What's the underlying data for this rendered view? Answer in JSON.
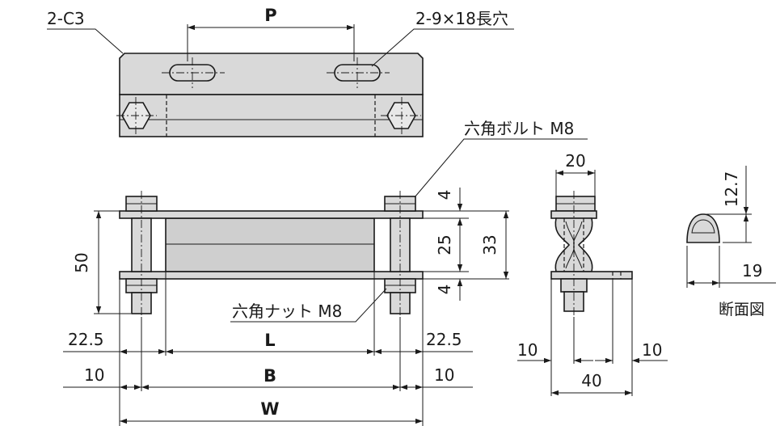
{
  "labels": {
    "chamfer": "2-C3",
    "pitch": "P",
    "slot": "2-9×18長穴",
    "hex_bolt": "六角ボルト M8",
    "hex_nut": "六角ナット M8",
    "dim_50": "50",
    "dim_4_top": "4",
    "dim_25": "25",
    "dim_33": "33",
    "dim_4_bottom": "4",
    "dim_20": "20",
    "dim_12_7": "12.7",
    "dim_19": "19",
    "section_label": "断面図",
    "dim_22_5_left": "22.5",
    "dim_L": "L",
    "dim_22_5_right": "22.5",
    "dim_10_left": "10",
    "dim_B": "B",
    "dim_10_right": "10",
    "dim_W": "W",
    "dim_10_side_left": "10",
    "dim_10_side_right": "10",
    "dim_40": "40"
  },
  "colors": {
    "part_fill": "#d9d9d9",
    "line": "#1a1a1a"
  }
}
